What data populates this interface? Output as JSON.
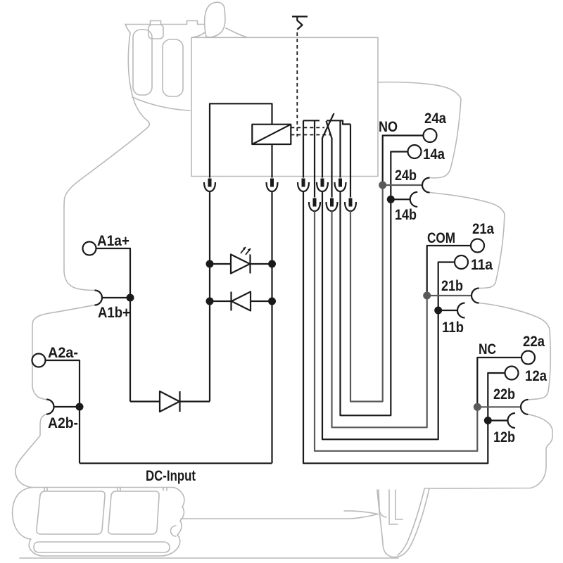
{
  "colors": {
    "wire": "#1a1a1a",
    "wire_secondary": "#595959",
    "module_outline": "#b9b9b9",
    "background": "#ffffff"
  },
  "labels": {
    "a1a": "A1a+",
    "a1b": "A1b+",
    "a2a": "A2a-",
    "a2b": "A2b-",
    "dc": "DC-Input",
    "no": "NO",
    "com": "COM",
    "nc": "NC",
    "t24a": "24a",
    "t14a": "14a",
    "t24b": "24b",
    "t14b": "14b",
    "t21a": "21a",
    "t11a": "11a",
    "t21b": "21b",
    "t11b": "11b",
    "t22a": "22a",
    "t12a": "12a",
    "t22b": "22b",
    "t12b": "12b"
  },
  "legend": {
    "coil_terminals": [
      "A1a+",
      "A1b+",
      "A2a-",
      "A2b-"
    ],
    "contact_groups": [
      {
        "label": "NO",
        "terminals": [
          "24a",
          "14a",
          "24b",
          "14b"
        ]
      },
      {
        "label": "COM",
        "terminals": [
          "21a",
          "11a",
          "21b",
          "11b"
        ]
      },
      {
        "label": "NC",
        "terminals": [
          "22a",
          "12a",
          "22b",
          "12b"
        ]
      }
    ],
    "supply": "DC-Input"
  }
}
